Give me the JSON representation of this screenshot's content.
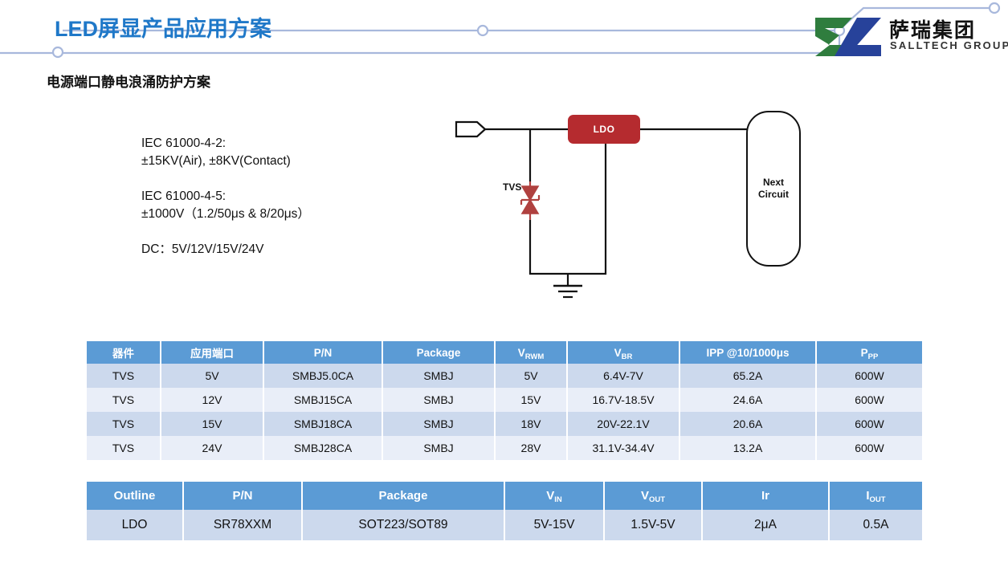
{
  "header": {
    "title": "LED屏显产品应用方案",
    "subtitle": "电源端口静电浪涌防护方案",
    "logo": {
      "icon": "salltech-sz-logo",
      "cn_name": "萨瑞集团",
      "en_name": "SALLTECH GROUP",
      "green": "#2f7d3e",
      "blue": "#27429a"
    },
    "accent_color": "#1f78c8",
    "deco_line_color": "#a8b8dc"
  },
  "specs": {
    "lines": [
      "IEC 61000-4-2:",
      "±15KV(Air), ±8KV(Contact)",
      "",
      "IEC 61000-4-5:",
      "±1000V（1.2/50μs & 8/20μs）",
      "",
      "DC：5V/12V/15V/24V"
    ],
    "l0": "IEC 61000-4-2:",
    "l1": "±15KV(Air), ±8KV(Contact)",
    "l2": "IEC 61000-4-5:",
    "l3": "±1000V（1.2/50μs & 8/20μs）",
    "l4": "DC：5V/12V/15V/24V"
  },
  "circuit": {
    "input_connector": "input-port",
    "tvs_label": "TVS",
    "ldo_label": "LDO",
    "ldo_color": "#b52b2f",
    "next_circuit_line1": "Next",
    "next_circuit_line2": "Circuit",
    "tvs_symbol_color": "#b0413f",
    "ground_symbol": "ground"
  },
  "table_tvs": {
    "headers": [
      {
        "main": "器件",
        "sub": ""
      },
      {
        "main": "应用端口",
        "sub": ""
      },
      {
        "main": "P/N",
        "sub": ""
      },
      {
        "main": "Package",
        "sub": ""
      },
      {
        "main": "V",
        "sub": "RWM"
      },
      {
        "main": "V",
        "sub": "BR"
      },
      {
        "main": "IPP @10/1000μs",
        "sub": ""
      },
      {
        "main": "P",
        "sub": "PP"
      }
    ],
    "rows": [
      [
        "TVS",
        "5V",
        "SMBJ5.0CA",
        "SMBJ",
        "5V",
        "6.4V-7V",
        "65.2A",
        "600W"
      ],
      [
        "TVS",
        "12V",
        "SMBJ15CA",
        "SMBJ",
        "15V",
        "16.7V-18.5V",
        "24.6A",
        "600W"
      ],
      [
        "TVS",
        "15V",
        "SMBJ18CA",
        "SMBJ",
        "18V",
        "20V-22.1V",
        "20.6A",
        "600W"
      ],
      [
        "TVS",
        "24V",
        "SMBJ28CA",
        "SMBJ",
        "28V",
        "31.1V-34.4V",
        "13.2A",
        "600W"
      ]
    ],
    "header_bg": "#5b9bd5",
    "row_odd_bg": "#ccd9ed",
    "row_even_bg": "#e9eef8"
  },
  "table_ldo": {
    "headers": [
      {
        "main": "Outline",
        "sub": ""
      },
      {
        "main": "P/N",
        "sub": ""
      },
      {
        "main": "Package",
        "sub": ""
      },
      {
        "main": "V",
        "sub": "IN"
      },
      {
        "main": "V",
        "sub": "OUT"
      },
      {
        "main": "Ir",
        "sub": ""
      },
      {
        "main": "I",
        "sub": "OUT"
      }
    ],
    "rows": [
      [
        "LDO",
        "SR78XXM",
        "SOT223/SOT89",
        "5V-15V",
        "1.5V-5V",
        "2μA",
        "0.5A"
      ]
    ]
  }
}
